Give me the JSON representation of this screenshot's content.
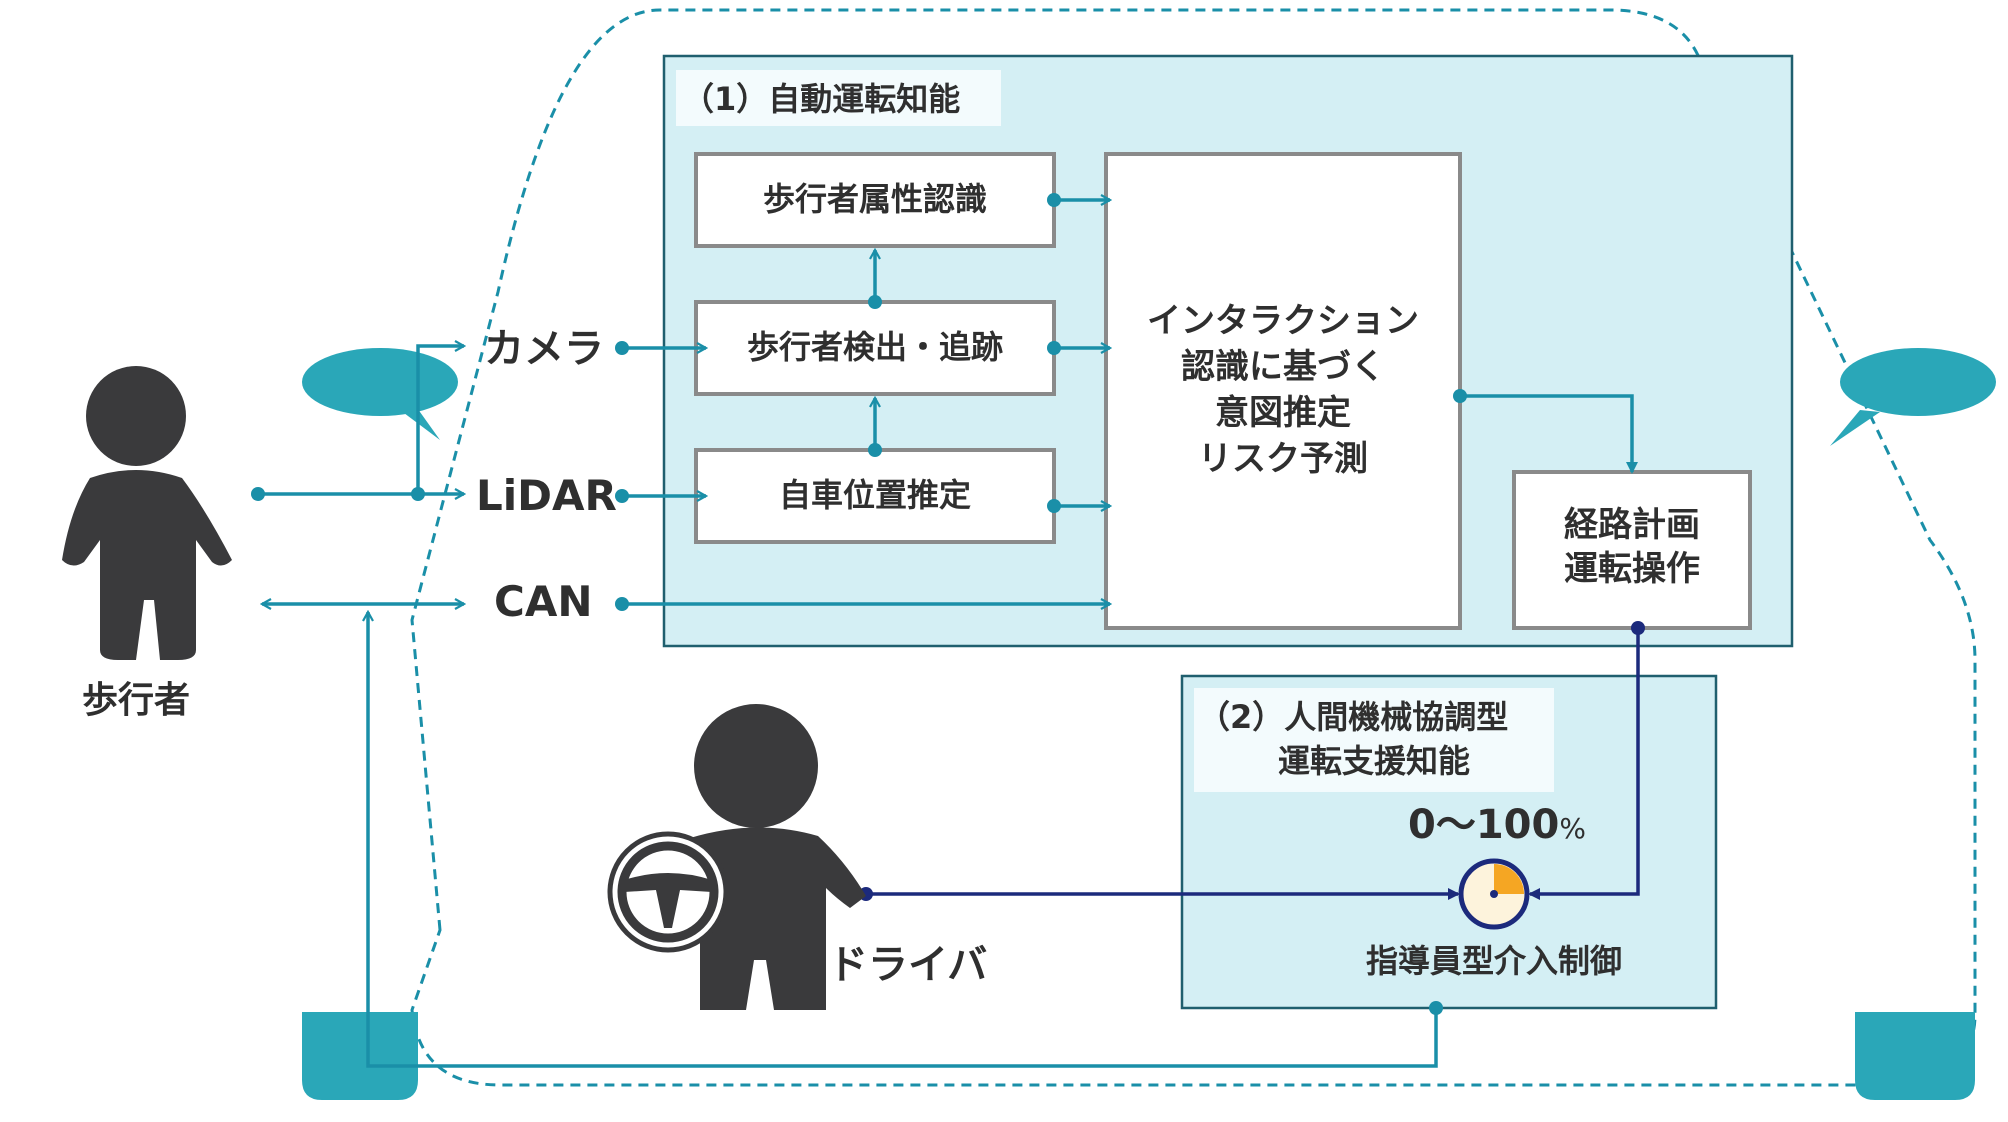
{
  "section1": {
    "title": "（1）自動運転知能"
  },
  "section2": {
    "title_line1": "（2）人間機械協調型",
    "title_line2": "運転支援知能"
  },
  "boxes": {
    "attribute": "歩行者属性認識",
    "detection": "歩行者検出・追跡",
    "localization": "自車位置推定",
    "interaction": [
      "インタラクション",
      "認識に基づく",
      "意図推定",
      "リスク予測"
    ],
    "planning": [
      "経路計画",
      "運転操作"
    ]
  },
  "sensors": {
    "camera": "カメラ",
    "lidar": "LiDAR",
    "can": "CAN"
  },
  "actors": {
    "pedestrian": "歩行者",
    "driver": "ドライバ"
  },
  "control": {
    "range_value": "0～100",
    "range_unit": "%",
    "label": "指導員型介入制御",
    "gauge_fraction": 0.25
  },
  "colors": {
    "teal": "#1a8fa8",
    "navy": "#1c2a7c",
    "panel": "#d4eff4",
    "gray": "#3a3a3c",
    "border": "#8a8a8a",
    "accent": "#f5a623"
  }
}
